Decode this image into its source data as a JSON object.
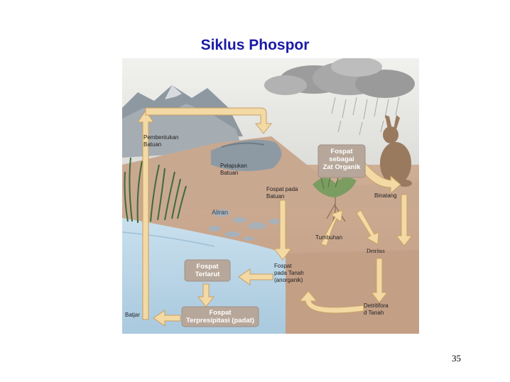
{
  "title": "Siklus Phospor",
  "page_number": "35",
  "labels": {
    "pembentukan": "Pembentukan\nBatuan",
    "pelapukan": "Pelapukan\nBatuan",
    "fospat_batuan": "Fospat pada\nBatuan",
    "binatang": "Binatang",
    "aliran": "Aliran",
    "tumbuhan": "Tumbuhan",
    "detritus": "Detritus",
    "fospat_tanah": "Fospat\npada Tanah\n(anorganik)",
    "detritifora": "Detritifora\nd Tanah",
    "batuan_left": "Batjar"
  },
  "boxes": {
    "organik": "Fospat\nsebagai\nZat Organik",
    "terlarut": "Fospat\nTerlarut",
    "terpresipitasi": "Fospat\nTerpresipitasi (padat)"
  },
  "colors": {
    "title": "#1a1aa6",
    "arrow_fill": "#f3d9a4",
    "arrow_stroke": "#c9a064",
    "box_fill": "#b7a79a",
    "soil": "#c8a48a",
    "water": "#b8d4e6",
    "sky": "#e6e6e3"
  }
}
